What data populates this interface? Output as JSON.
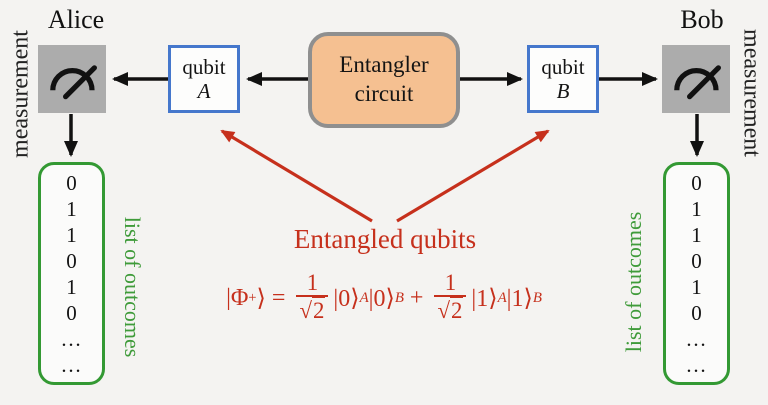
{
  "diagram_title": "quantum-entanglement-distribution-diagram",
  "alice": {
    "name": "Alice",
    "side_label": "measurement",
    "outcomes_label": "list of outcomes",
    "outcomes": [
      "0",
      "1",
      "1",
      "0",
      "1",
      "0",
      "…",
      "…"
    ]
  },
  "bob": {
    "name": "Bob",
    "side_label": "measurement",
    "outcomes_label": "list of outcomes",
    "outcomes": [
      "0",
      "1",
      "1",
      "0",
      "1",
      "0",
      "…",
      "…"
    ]
  },
  "qubit_a": {
    "line1": "qubit",
    "line2": "A"
  },
  "qubit_b": {
    "line1": "qubit",
    "line2": "B"
  },
  "entangler": {
    "line1": "Entangler",
    "line2": "circuit"
  },
  "annotation": "Entangled qubits",
  "formula": {
    "phi_l": "|Φ",
    "phi_sup": "+",
    "phi_r": "⟩",
    "equals": "=",
    "num": "1",
    "radical": "√",
    "radicand": "2",
    "ket0": "|0⟩",
    "ket1": "|1⟩",
    "sub_a": "A",
    "sub_b": "B",
    "plus": "+"
  },
  "icons": {
    "alice_meter": "gauge-icon",
    "bob_meter": "gauge-icon"
  },
  "colors": {
    "background": "#f4f3f1",
    "entangler_fill": "#f5c091",
    "entangler_border": "#8f8f8f",
    "qubit_border": "#4577cc",
    "measurement_fill": "#acacac",
    "list_border": "#339933",
    "outcomes_text": "#3f9b3a",
    "annotation_red": "#c6301c",
    "wire_black": "#111111"
  }
}
